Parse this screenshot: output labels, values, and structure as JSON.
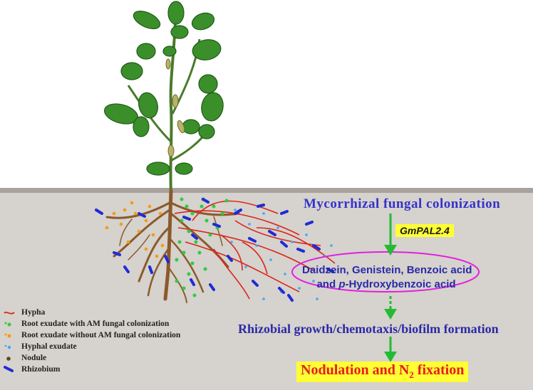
{
  "flow": {
    "step1": "Mycorrhizal  fungal  colonization",
    "gene": "GmPAL2.4",
    "compounds_line1": "Daidzein, Genistein, Benzoic acid",
    "compounds_line2_prefix": "and ",
    "compounds_line2_italic": "p",
    "compounds_line2_suffix": "-Hydroxybenzoic acid",
    "step3": "Rhizobial growth/chemotaxis/biofilm  formation",
    "step4_main": "Nodulation and N",
    "step4_sub": "2",
    "step4_end": " fixation"
  },
  "legend": [
    {
      "label": "Hypha",
      "icon": "hypha-icon",
      "color": "#d9261c"
    },
    {
      "label": "Root exudate with AM fungal colonization",
      "icon": "green-exudate-icon",
      "color": "#2ecc40"
    },
    {
      "label": "Root exudate without  AM fungal colonization",
      "icon": "orange-exudate-icon",
      "color": "#f39c12"
    },
    {
      "label": "Hyphal exudate",
      "icon": "blue-exudate-icon",
      "color": "#3fa9f5"
    },
    {
      "label": "Nodule",
      "icon": "nodule-icon",
      "color": "#5a4a1c"
    },
    {
      "label": "Rhizobium",
      "icon": "rhizobium-icon",
      "color": "#1f2bd6"
    }
  ],
  "colors": {
    "arrow": "#22bb33",
    "ellipse": "#e020e0",
    "highlight": "#ffff33",
    "soil": "#d6d2cd",
    "leaf": "#3a8f2a",
    "root": "#8b5a2b"
  }
}
